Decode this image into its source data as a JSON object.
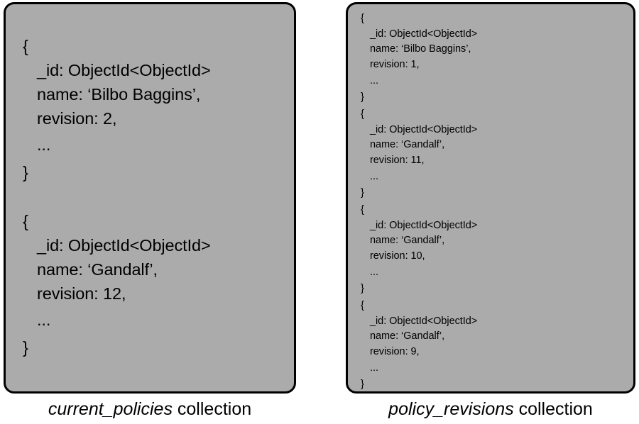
{
  "diagram": {
    "background": "#ffffff",
    "panel_fill": "#ababab",
    "panel_border": "#000000",
    "text_color": "#000000"
  },
  "panels": [
    {
      "id": "current_policies",
      "caption_name": "current_policies",
      "caption_suffix": " collection",
      "documents": [
        {
          "open": "{",
          "id_line": "_id: ObjectId<ObjectId>",
          "name_line": "name: ‘Bilbo Baggins’,",
          "revision_line": "revision: 2,",
          "ellipsis": "...",
          "close": "}"
        },
        {
          "open": "{",
          "id_line": "_id: ObjectId<ObjectId>",
          "name_line": "name: ‘Gandalf’,",
          "revision_line": "revision: 12,",
          "ellipsis": "...",
          "close": "}"
        }
      ]
    },
    {
      "id": "policy_revisions",
      "caption_name": "policy_revisions",
      "caption_suffix": " collection",
      "documents": [
        {
          "open": "{",
          "id_line": "_id: ObjectId<ObjectId>",
          "name_line": "name: ‘Bilbo Baggins’,",
          "revision_line": "revision: 1,",
          "ellipsis": "...",
          "close": "}"
        },
        {
          "open": "{",
          "id_line": "_id: ObjectId<ObjectId>",
          "name_line": "name: ‘Gandalf’,",
          "revision_line": "revision: 11,",
          "ellipsis": "...",
          "close": "}"
        },
        {
          "open": "{",
          "id_line": "_id: ObjectId<ObjectId>",
          "name_line": "name: ‘Gandalf’,",
          "revision_line": "revision: 10,",
          "ellipsis": "...",
          "close": "}"
        },
        {
          "open": "{",
          "id_line": "_id: ObjectId<ObjectId>",
          "name_line": "name: ‘Gandalf’,",
          "revision_line": "revision: 9,",
          "ellipsis": "...",
          "close": "}"
        }
      ]
    }
  ]
}
